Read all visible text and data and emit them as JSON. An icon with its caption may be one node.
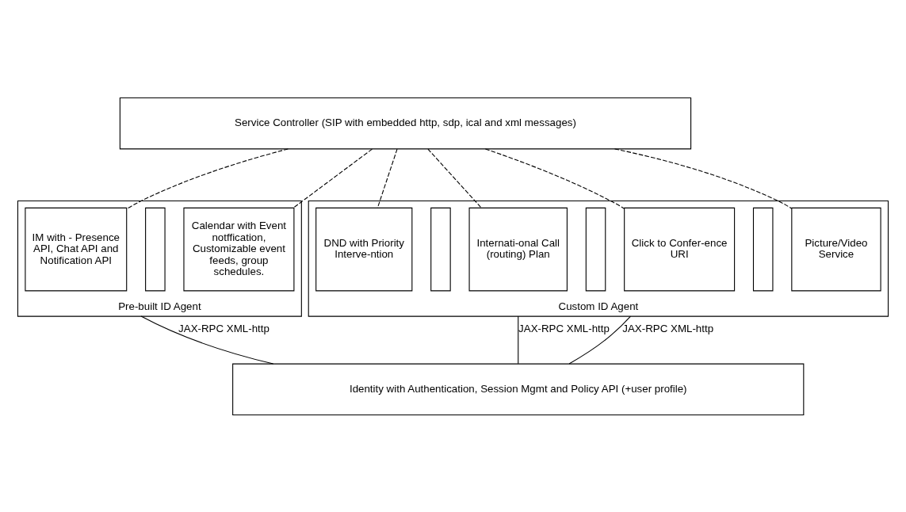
{
  "diagram": {
    "nodes": [
      {
        "text": [
          "Service Controller (SIP with embedded http, sdp, ical and xml messages)"
        ]
      },
      {
        "text": [
          "Pre-built ID Agent"
        ]
      },
      {
        "text": [
          "IM with - Presence API, Chat API and Notification API"
        ],
        "in": 1
      },
      {
        "text": [],
        "shape": "box",
        "in": 1
      },
      {
        "text": [
          "Calendar with Event notffication, Customizable event feeds, group schedules."
        ],
        "in": 1
      },
      {
        "text": [
          "Custom ID Agent"
        ]
      },
      {
        "text": [
          "DND with Priority Interve-ntion"
        ],
        "in": 5
      },
      {
        "text": [],
        "shape": "box",
        "in": 5
      },
      {
        "text": [
          "Internati-onal Call (routing) Plan"
        ],
        "in": 5
      },
      {
        "text": [],
        "shape": "box",
        "in": 5
      },
      {
        "text": [
          "Click to Confer-ence URI"
        ],
        "in": 5
      },
      {
        "text": [],
        "shape": "box",
        "in": 5
      },
      {
        "text": [
          "Picture/Video Service"
        ],
        "in": 5
      },
      {
        "text": [
          "Identity with Authentication, Session Mgmt and Policy API (+user profile)"
        ]
      }
    ],
    "edges": [
      {
        "from": 0,
        "to": 2,
        "arrow": "none",
        "style": "dashed"
      },
      {
        "from": 0,
        "to": 4,
        "arrow": "none",
        "style": "dashed"
      },
      {
        "from": 0,
        "to": 6,
        "arrow": "none",
        "style": "dashed"
      },
      {
        "from": 0,
        "to": 8,
        "arrow": "none",
        "style": "dashed"
      },
      {
        "from": 0,
        "to": 10,
        "arrow": "none",
        "style": "dashed"
      },
      {
        "from": 0,
        "to": 12,
        "arrow": "none",
        "style": "dashed"
      },
      {
        "from": 1,
        "to": 13,
        "arrow": "none",
        "label": "JAX-RPC XML-http"
      },
      {
        "from": 5,
        "to": 13,
        "arrow": "none",
        "label": "JAX-RPC XML-http"
      },
      {
        "from": 5,
        "to": 13,
        "arrow": "none",
        "label": "JAX-RPC XML-http"
      }
    ]
  }
}
